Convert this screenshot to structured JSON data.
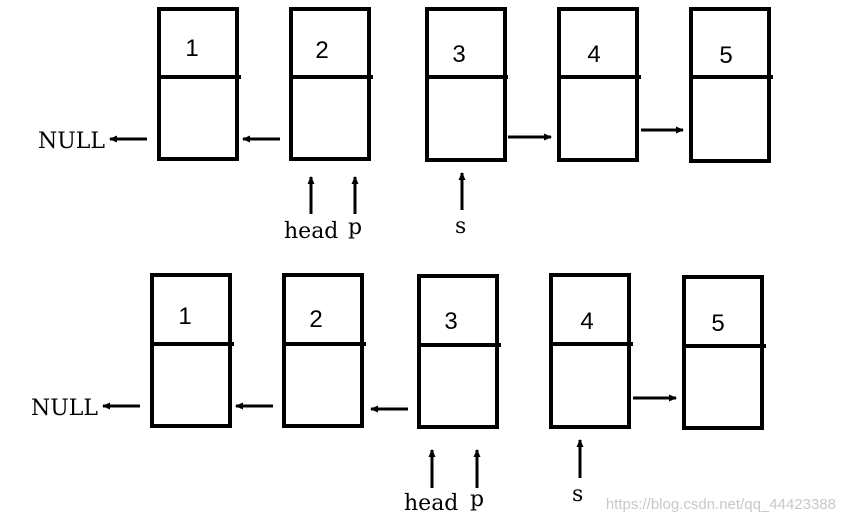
{
  "diagrams": [
    {
      "id": "top",
      "null_label": "NULL",
      "nodes": [
        "1",
        "2",
        "3",
        "4",
        "5"
      ],
      "pointers": [
        {
          "label": "head",
          "target": "2"
        },
        {
          "label": "p",
          "target": "2"
        },
        {
          "label": "s",
          "target": "3"
        }
      ]
    },
    {
      "id": "bottom",
      "null_label": "NULL",
      "nodes": [
        "1",
        "2",
        "3",
        "4",
        "5"
      ],
      "pointers": [
        {
          "label": "head",
          "target": "3"
        },
        {
          "label": "p",
          "target": "3"
        },
        {
          "label": "s",
          "target": "4"
        }
      ]
    }
  ],
  "watermark": "https://blog.csdn.net/qq_44423388",
  "colors": {
    "stroke": "#000000",
    "background": "#ffffff",
    "watermark": "#c8c8c8"
  }
}
